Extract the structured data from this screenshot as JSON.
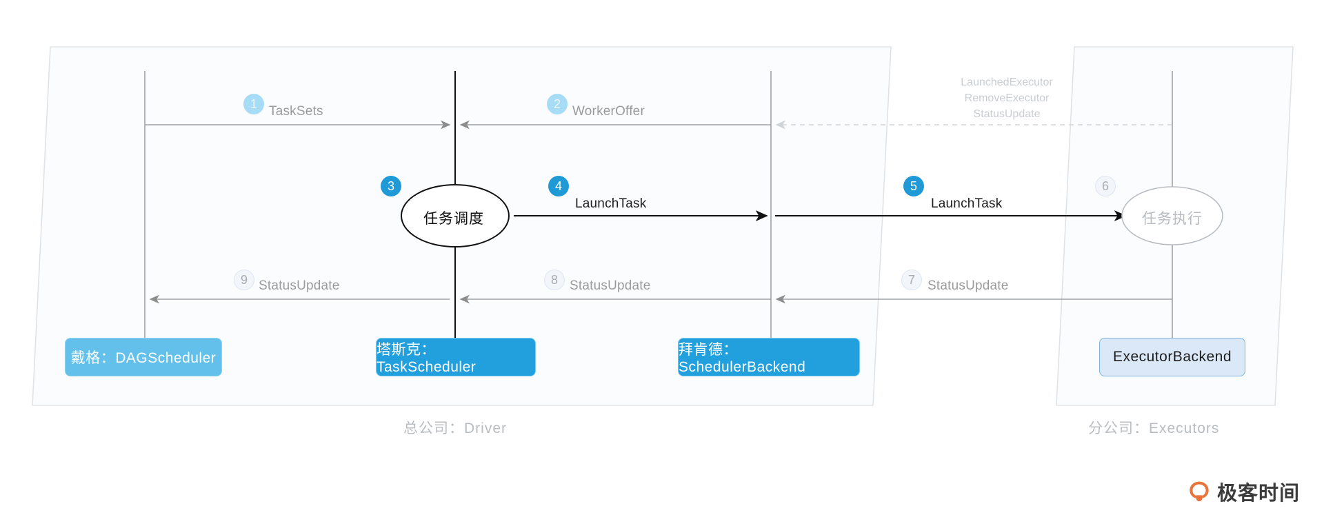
{
  "diagram": {
    "groups": [
      {
        "id": "driver",
        "caption": "总公司：Driver"
      },
      {
        "id": "executors",
        "caption": "分公司：Executors"
      }
    ],
    "nodes": [
      {
        "id": "dagscheduler",
        "label": "戴格：DAGScheduler",
        "style": "lightblue"
      },
      {
        "id": "taskscheduler",
        "label": "塔斯克：TaskScheduler",
        "style": "blue"
      },
      {
        "id": "schedulerbackend",
        "label": "拜肯德：SchedulerBackend",
        "style": "blue"
      },
      {
        "id": "executorbackend",
        "label": "ExecutorBackend",
        "style": "palebox"
      }
    ],
    "ellipses": [
      {
        "id": "task-scheduling",
        "label": "任务调度",
        "style": "dark"
      },
      {
        "id": "task-execution",
        "label": "任务执行",
        "style": "grey"
      }
    ],
    "messages": [
      {
        "num": "1",
        "label": "TaskSets",
        "badge": "mid"
      },
      {
        "num": "2",
        "label": "WorkerOffer",
        "badge": "mid"
      },
      {
        "num": "3",
        "label": "",
        "badge": "strong"
      },
      {
        "num": "4",
        "label": "LaunchTask",
        "badge": "strong"
      },
      {
        "num": "5",
        "label": "LaunchTask",
        "badge": "strong"
      },
      {
        "num": "6",
        "label": "",
        "badge": "pale"
      },
      {
        "num": "7",
        "label": "StatusUpdate",
        "badge": "pale"
      },
      {
        "num": "8",
        "label": "StatusUpdate",
        "badge": "pale"
      },
      {
        "num": "9",
        "label": "StatusUpdate",
        "badge": "pale"
      }
    ],
    "dashed_note": {
      "line1": "LaunchedExecutor",
      "line2": "RemoveExecutor",
      "line3": "StatusUpdate"
    },
    "colors": {
      "accent_strong": "#1f9ad6",
      "accent_mid": "#a6dcf5",
      "accent_pale": "#f2f6fb",
      "node_light": "#62c0ea",
      "node_blue": "#21a0dd",
      "node_pale": "#dbe8f7",
      "text_grey": "#9b9b9b",
      "text_faint": "#c9cdd2",
      "logo_orange": "#e8743b"
    }
  },
  "branding": {
    "logo_text": "极客时间",
    "logo_icon": "geektime-mark-icon"
  }
}
